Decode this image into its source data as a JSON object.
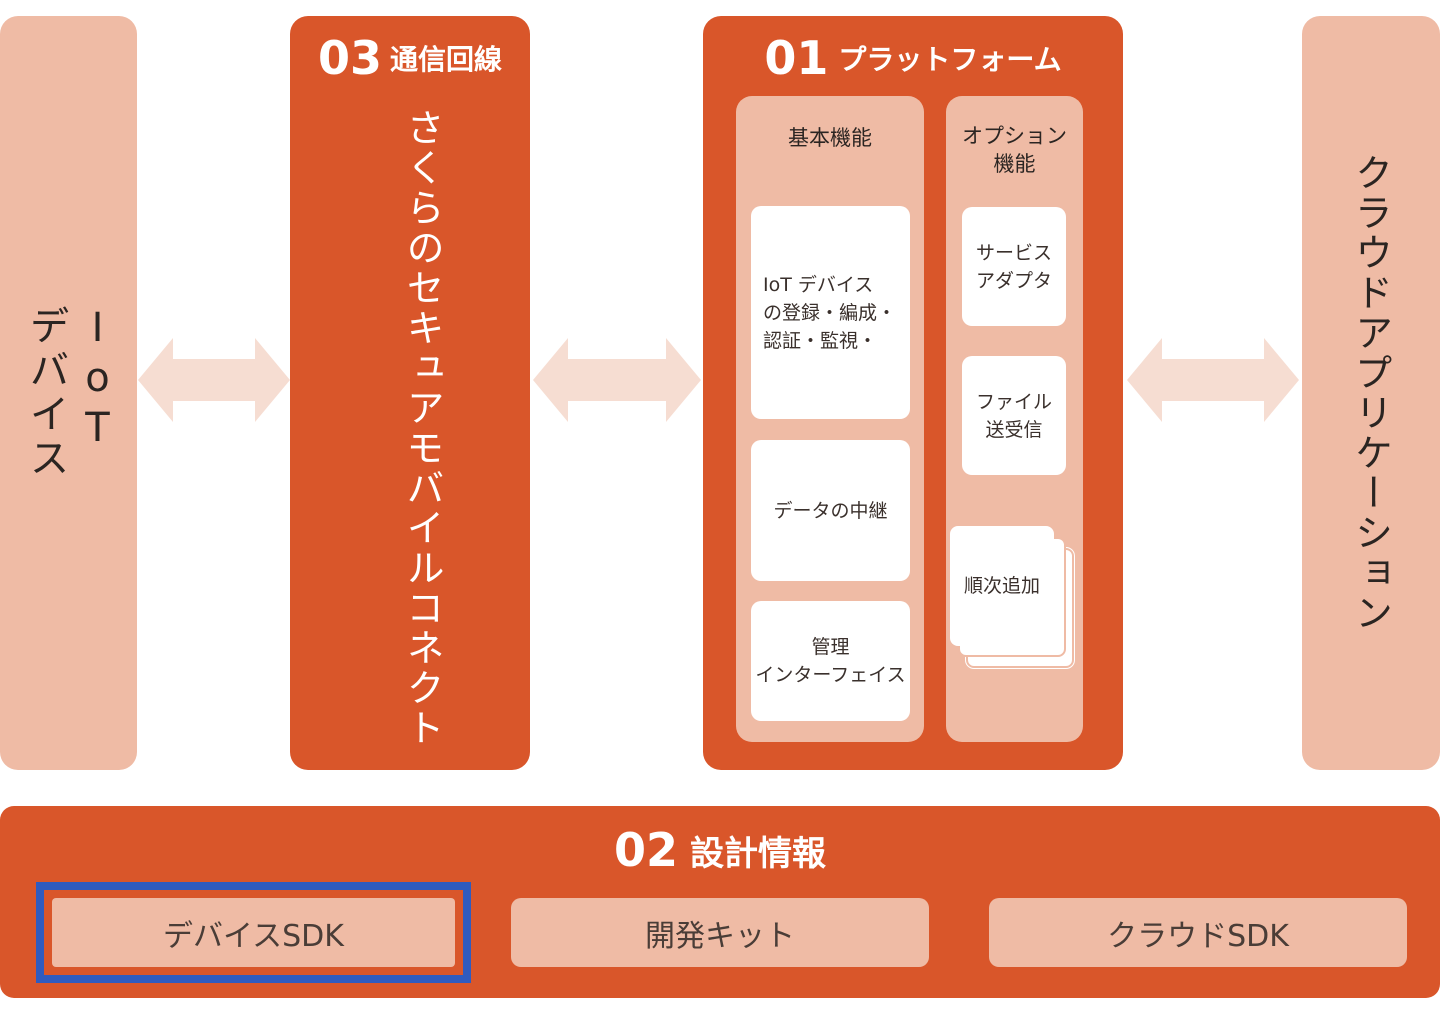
{
  "iot_device": {
    "label": "IoT\nデバイス"
  },
  "line": {
    "number": "03",
    "label": "通信回線",
    "product": "さくらのセキュアモバイルコネクト"
  },
  "platform": {
    "number": "01",
    "label": "プラットフォーム",
    "basic": {
      "title": "基本機能",
      "cards": [
        "IoT デバイス\nの登録・編成・\n認証・監視・",
        "データの中継",
        "管理\nインターフェイス"
      ]
    },
    "option": {
      "title": "オプション\n機能",
      "cards": [
        "サービス\nアダプタ",
        "ファイル\n送受信",
        "順次追加"
      ]
    }
  },
  "cloud_app": {
    "label": "クラウドアプリケーション"
  },
  "design": {
    "number": "02",
    "label": "設計情報",
    "items": [
      "デバイスSDK",
      "開発キット",
      "クラウドSDK"
    ]
  },
  "colors": {
    "accent": "#d9562a",
    "light": "#efbba5",
    "arrow": "#f6ddd2",
    "highlight": "#2f5bbf"
  }
}
